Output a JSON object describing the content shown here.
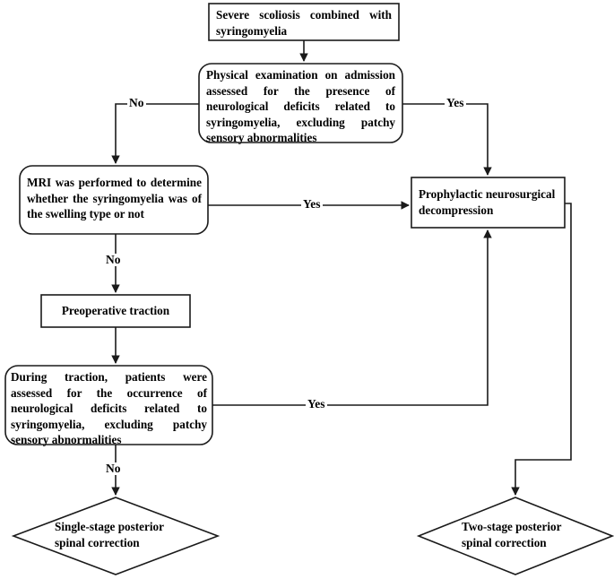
{
  "diagram": {
    "title": "Treatment decision flowchart for severe scoliosis combined with syringomyelia",
    "stroke_color": "#1a1a1a",
    "background_color": "#ffffff",
    "text_color": "#000000"
  },
  "nodes": {
    "start": {
      "id": "severe-scoliosis",
      "shape": "rectangle",
      "text": "Severe scoliosis combined with syringomyelia"
    },
    "physical_exam": {
      "id": "physical-examination",
      "shape": "rounded-rectangle",
      "text": "Physical examination on admission assessed for the presence of neurological deficits related to syringomyelia, excluding patchy sensory abnormalities"
    },
    "mri": {
      "id": "mri-assessment",
      "shape": "rounded-rectangle",
      "text": "MRI was performed to determine whether the syringomyelia was of the swelling type or not"
    },
    "prophylactic": {
      "id": "prophylactic-decompression",
      "shape": "rectangle",
      "text": "Prophylactic neurosurgical decompression"
    },
    "traction": {
      "id": "preoperative-traction",
      "shape": "rectangle",
      "text": "Preoperative traction"
    },
    "during_traction": {
      "id": "during-traction-assessment",
      "shape": "rounded-rectangle",
      "text": "During traction, patients were assessed for the occurrence of neurological deficits related to syringomyelia, excluding patchy sensory abnormalities"
    },
    "single_stage": {
      "id": "single-stage-outcome",
      "shape": "diamond",
      "line1": "Single-stage posterior",
      "line2": "spinal correction"
    },
    "two_stage": {
      "id": "two-stage-outcome",
      "shape": "diamond",
      "line1": "Two-stage posterior",
      "line2": "spinal correction"
    }
  },
  "edge_labels": {
    "exam_no": "No",
    "exam_yes": "Yes",
    "mri_yes": "Yes",
    "mri_no": "No",
    "traction_yes": "Yes",
    "traction_no": "No"
  }
}
